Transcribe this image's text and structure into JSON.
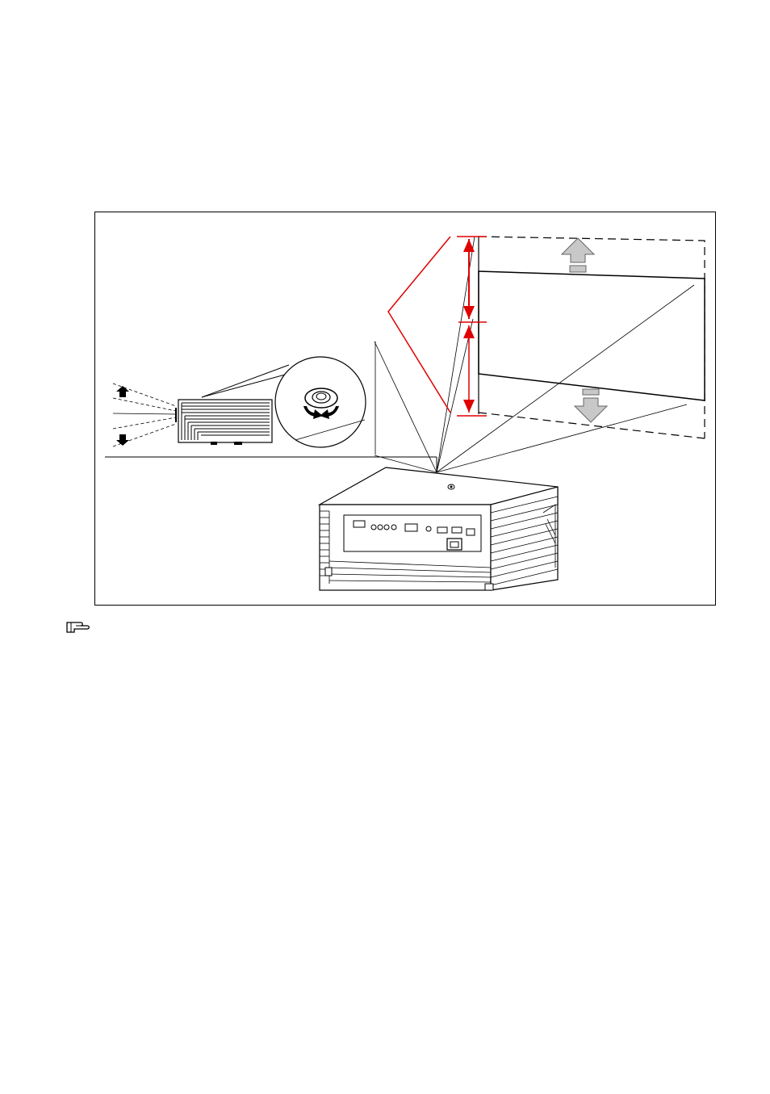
{
  "figure": {
    "type": "lens-shift-diagram",
    "elements": [
      "projector-body",
      "lens-shift-knob-inset",
      "projector-side-view",
      "projected-image-center",
      "projected-image-shifted-up",
      "projected-image-shifted-down",
      "shift-up-arrow-icon",
      "shift-down-arrow-icon",
      "shift-range-indicator"
    ],
    "colors": {
      "line": "#000000",
      "range_indicator": "#e00000",
      "shift_arrow_fill": "#c8c8c8",
      "shift_arrow_stroke": "#666666"
    }
  },
  "note": {
    "icon": "pointing-hand-icon"
  }
}
